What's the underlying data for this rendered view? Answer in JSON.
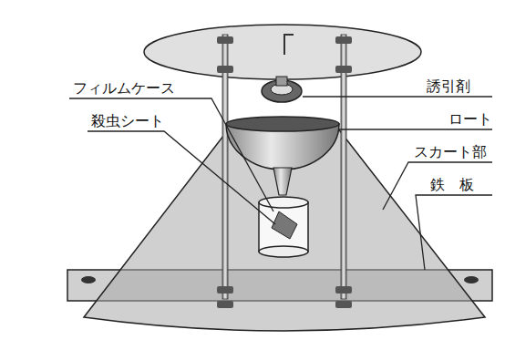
{
  "diagram": {
    "labels": [
      "誘引剤",
      "ロート",
      "スカート部",
      "鉄　板",
      "フィルムケース",
      "殺虫シート"
    ]
  }
}
